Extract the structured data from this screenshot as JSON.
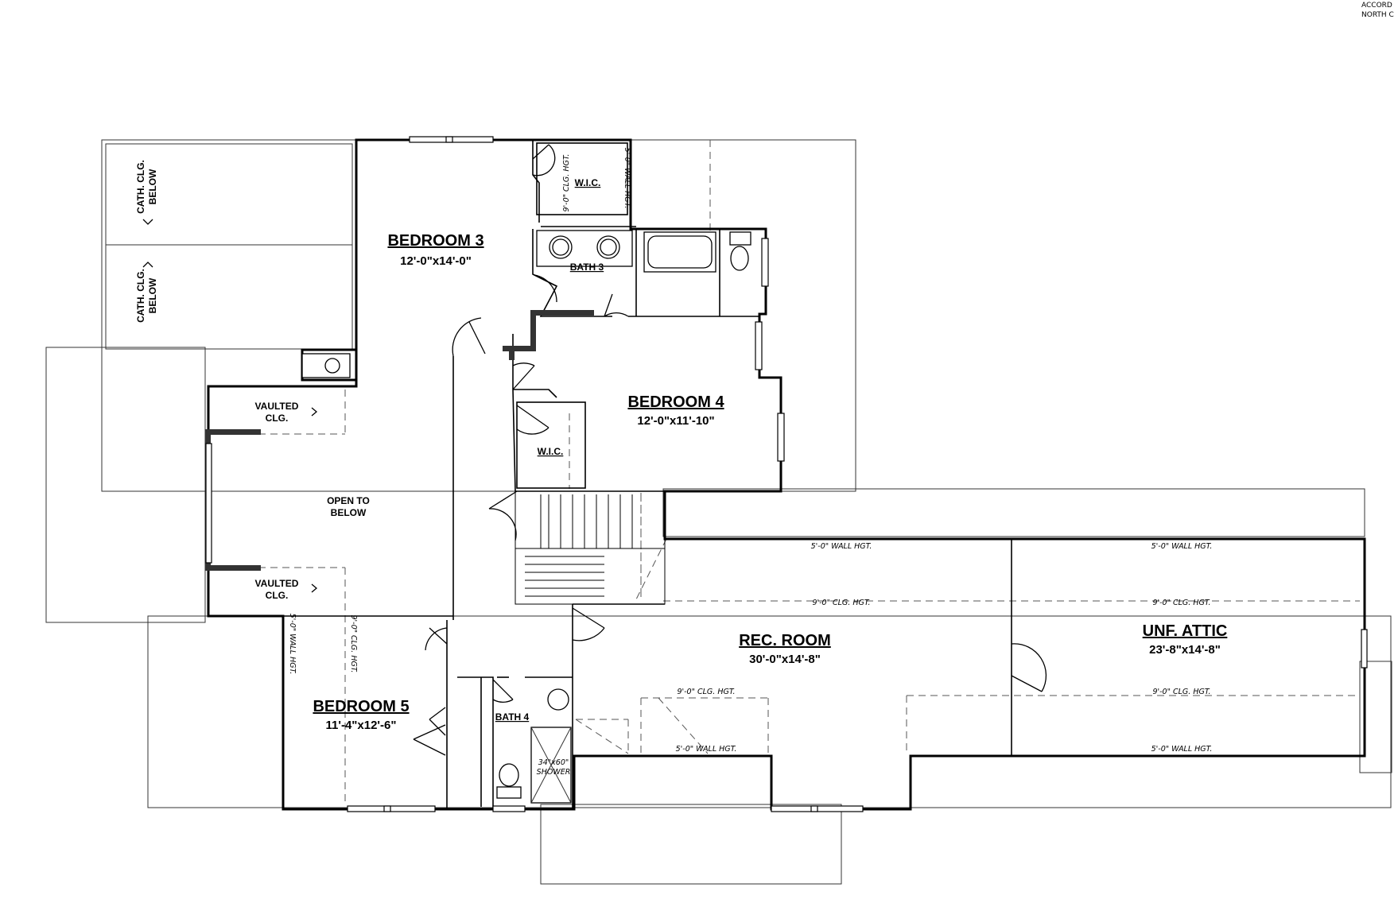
{
  "corner_note": {
    "line1": "ACCORD",
    "line2": "NORTH C"
  },
  "rooms": {
    "bedroom3": {
      "name": "BEDROOM 3",
      "dims": "12'-0\"x14'-0\""
    },
    "bedroom4": {
      "name": "BEDROOM 4",
      "dims": "12'-0\"x11'-10\""
    },
    "bedroom5": {
      "name": "BEDROOM 5",
      "dims": "11'-4\"x12'-6\""
    },
    "rec_room": {
      "name": "REC. ROOM",
      "dims": "30'-0\"x14'-8\""
    },
    "unf_attic": {
      "name": "UNF. ATTIC",
      "dims": "23'-8\"x14'-8\""
    },
    "wic_top": "W.I.C.",
    "wic_mid": "W.I.C.",
    "bath3": "BATH 3",
    "bath4": "BATH 4",
    "open_below": {
      "line1": "OPEN TO",
      "line2": "BELOW"
    },
    "vaulted_top": {
      "line1": "VAULTED",
      "line2": "CLG."
    },
    "vaulted_bottom": {
      "line1": "VAULTED",
      "line2": "CLG."
    },
    "cath_upper": {
      "line1": "CATH. CLG.",
      "line2": "BELOW"
    },
    "cath_lower": {
      "line1": "CATH. CLG.",
      "line2": "BELOW"
    },
    "shower": {
      "line1": "34\"x60\"",
      "line2": "SHOWER"
    }
  },
  "notes": {
    "wic_clg": "9'-0\" CLG. HGT.",
    "wic_wall": "5'-0\" WALL HGT.",
    "rec_wall_top": "5'-0\" WALL HGT.",
    "rec_clg_mid": "9'-0\" CLG. HGT.",
    "rec_clg_low": "9'-0\" CLG. HGT.",
    "rec_wall_bottom": "5'-0\" WALL HGT.",
    "attic_wall_top": "5'-0\" WALL HGT.",
    "attic_clg_mid": "9'-0\" CLG. HGT.",
    "attic_clg_low": "9'-0\" CLG. HGT.",
    "attic_wall_bottom": "5'-0\" WALL HGT.",
    "bed5_wall": "5'-0\" WALL HGT.",
    "bed5_clg": "9'-0\" CLG. HGT."
  }
}
